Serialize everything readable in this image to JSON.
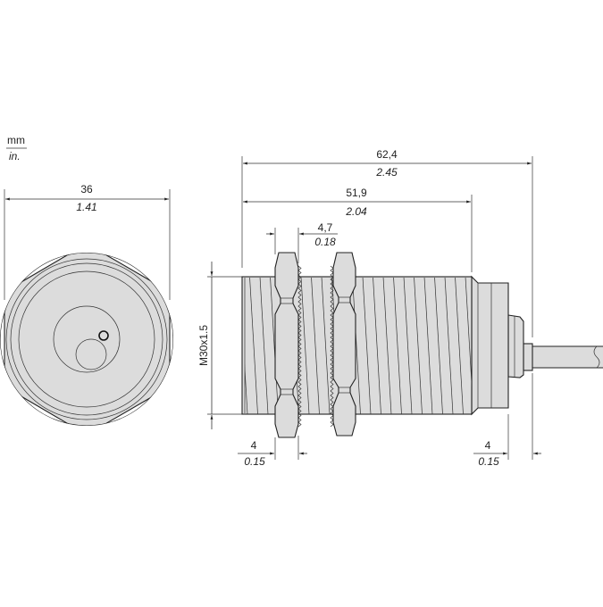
{
  "units": {
    "primary": "mm",
    "secondary": "in."
  },
  "front_view": {
    "width_mm": "36",
    "width_in": "1.41"
  },
  "side_view": {
    "overall_mm": "62,4",
    "overall_in": "2.45",
    "body_mm": "51,9",
    "body_in": "2.04",
    "nut_mm": "4,7",
    "nut_in": "0.18",
    "thread_label": "M30x1.5",
    "front_offset_mm": "4",
    "front_offset_in": "0.15",
    "rear_offset_mm": "4",
    "rear_offset_in": "0.15"
  }
}
